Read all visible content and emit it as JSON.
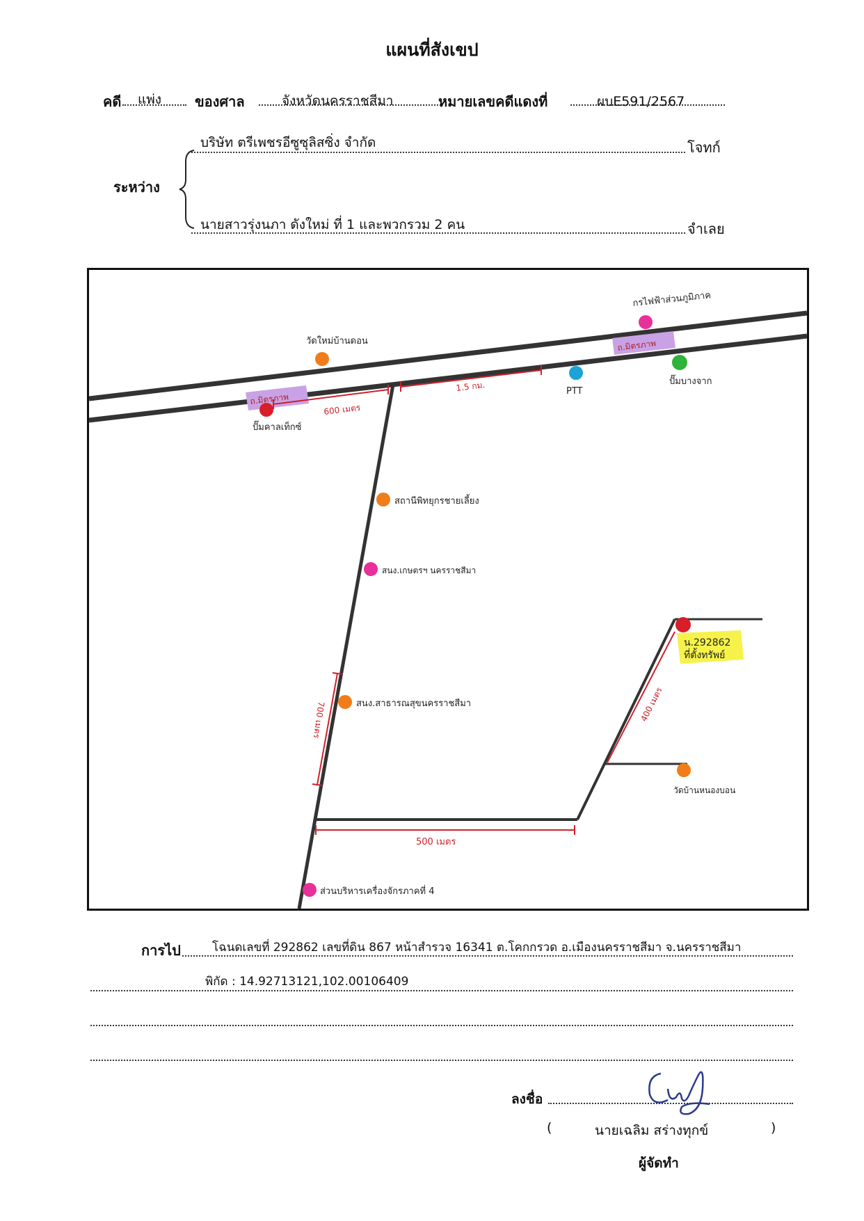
{
  "title": "แผนที่สังเขป",
  "case": {
    "case_label": "คดี",
    "case_type": "แพ่ง",
    "court_label": "ของศาล",
    "court": "จังหวัดนครราชสีมา",
    "red_no_label": "หมายเลขคดีแดงที่",
    "red_no": "ผบE591/2567"
  },
  "parties": {
    "between_label": "ระหว่าง",
    "plaintiff": "บริษัท ตรีเพชรอีซูซุลิสซิ่ง  จำกัด",
    "plaintiff_label": "โจทก์",
    "defendant": "นายสาวรุ่งนภา  ดังใหม่ ที่ 1 และพวกรวม 2 คน",
    "defendant_label": "จำเลย"
  },
  "map": {
    "landmarks": {
      "egat": "กรไฟฟ้าส่วนภูมิภาค",
      "wat_ban_don": "วัดใหม่บ้านดอน",
      "ptt": "PTT",
      "bangchak": "ปั๊มบางจาก",
      "caltex": "ปั๊มคาลเท็กซ์",
      "livestock": "สถานีพิทยุกรชายเลี้ยง",
      "sakon": "สนง.เกษตรฯ นครราชสีมา",
      "health": "สนง.สาธารณสุขนครราชสีมา",
      "machinery": "ส่วนบริหารเครื่องจักรภาคที่ 4",
      "wat_nong_bon": "วัดบ้านหนองบอน",
      "property_line1": "น.292862",
      "property_line2": "ที่ตั้งทรัพย์"
    },
    "road_name_1": "ถ.มิตรภาพ",
    "road_name_2": "ถ.มิตรภาพ",
    "distances": {
      "d1": "600 เมตร",
      "d2": "1.5 กม.",
      "d3": "700 เมตร",
      "d4": "500 เมตร",
      "d5": "400 เมตร"
    },
    "colors": {
      "road": "#333333",
      "measure": "#d0202a",
      "orange": "#f07d1a",
      "pink": "#e8309a",
      "red": "#d81e28",
      "blue": "#1ea3d6",
      "green": "#2fb33a",
      "purple_tag": "#c9a2e6",
      "yellow_tag": "#f6f24a"
    }
  },
  "directions": {
    "label": "การไป",
    "line1": "โฉนดเลขที่ 292862  เลขที่ดิน 867  หน้าสำรวจ 16341  ต.โคกกรวด อ.เมืองนครราชสีมา จ.นครราชสีมา",
    "line2": "พิกัด :  14.92713121,102.00106409"
  },
  "signature": {
    "sign_label": "ลงชื่อ",
    "name": "นายเฉลิม  สร่างทุกข์",
    "open_paren": "(",
    "close_paren": ")",
    "role": "ผู้จัดทำ"
  }
}
